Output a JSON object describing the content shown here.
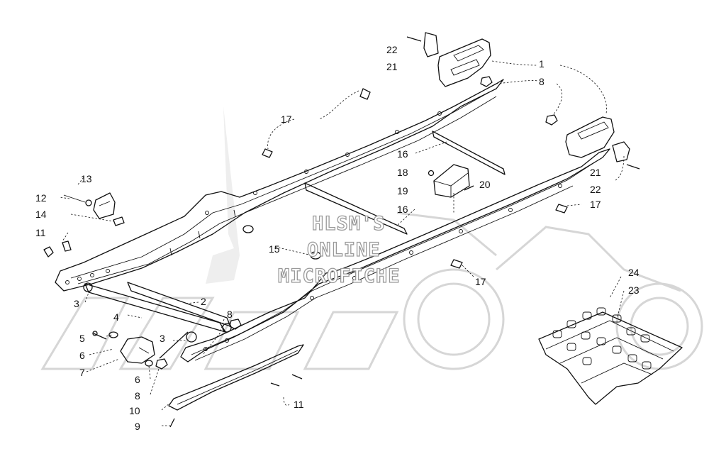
{
  "watermark": {
    "line1": "HLSM'S",
    "line2": "ONLINE",
    "line3": "MICROFICHE"
  },
  "callouts": [
    {
      "id": "c1",
      "label": "1"
    },
    {
      "id": "c22a",
      "label": "22"
    },
    {
      "id": "c21a",
      "label": "21"
    },
    {
      "id": "c8a",
      "label": "8"
    },
    {
      "id": "c17a",
      "label": "17"
    },
    {
      "id": "c16a",
      "label": "16"
    },
    {
      "id": "c18",
      "label": "18"
    },
    {
      "id": "c19",
      "label": "19"
    },
    {
      "id": "c20",
      "label": "20"
    },
    {
      "id": "c21b",
      "label": "21"
    },
    {
      "id": "c22b",
      "label": "22"
    },
    {
      "id": "c17b",
      "label": "17"
    },
    {
      "id": "c16b",
      "label": "16"
    },
    {
      "id": "c13",
      "label": "13"
    },
    {
      "id": "c12",
      "label": "12"
    },
    {
      "id": "c14",
      "label": "14"
    },
    {
      "id": "c11a",
      "label": "11"
    },
    {
      "id": "c15",
      "label": "15"
    },
    {
      "id": "c17c",
      "label": "17"
    },
    {
      "id": "c3a",
      "label": "3"
    },
    {
      "id": "c2",
      "label": "2"
    },
    {
      "id": "c4",
      "label": "4"
    },
    {
      "id": "c8b",
      "label": "8"
    },
    {
      "id": "c3b",
      "label": "3"
    },
    {
      "id": "c5",
      "label": "5"
    },
    {
      "id": "c6a",
      "label": "6"
    },
    {
      "id": "c7",
      "label": "7"
    },
    {
      "id": "c6b",
      "label": "6"
    },
    {
      "id": "c8c",
      "label": "8"
    },
    {
      "id": "c10",
      "label": "10"
    },
    {
      "id": "c11b",
      "label": "11"
    },
    {
      "id": "c9",
      "label": "9"
    },
    {
      "id": "c24",
      "label": "24"
    },
    {
      "id": "c23",
      "label": "23"
    }
  ]
}
